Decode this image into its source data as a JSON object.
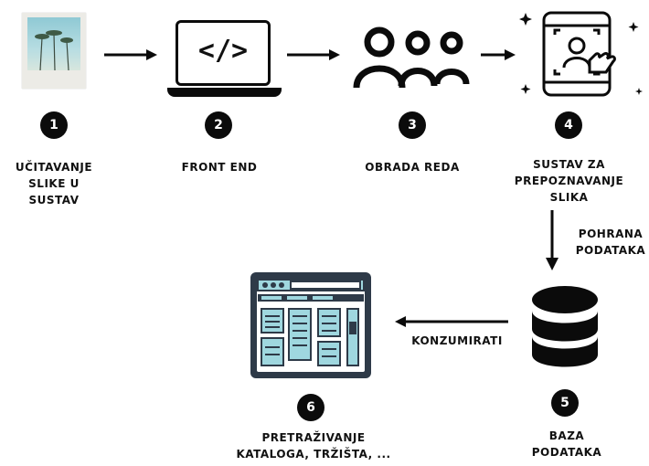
{
  "steps": [
    {
      "number": "1",
      "label": "UČITAVANJE\nSLIKE U\nSUSTAV",
      "icon": "photo-icon"
    },
    {
      "number": "2",
      "label": "FRONT END",
      "icon": "laptop-code-icon"
    },
    {
      "number": "3",
      "label": "OBRADA REDA",
      "icon": "people-queue-icon"
    },
    {
      "number": "4",
      "label": "SUSTAV ZA\nPREPOZNAVANJE\nSLIKA",
      "icon": "face-recognition-phone-icon"
    },
    {
      "number": "5",
      "label": "BAZA\nPODATAKA",
      "icon": "database-icon"
    },
    {
      "number": "6",
      "label": "PRETRAŽIVANJE\nKATALOGA, TRŽIŠTA, ...",
      "icon": "dashboard-icon"
    }
  ],
  "edges": {
    "storage_label": "POHRANA\nPODATAKA",
    "consume_label": "KONZUMIRATI"
  },
  "laptop_code_text": "</>",
  "colors": {
    "ink": "#0b0b0b",
    "panel": "#2e3a48",
    "tile": "#9fd7df"
  }
}
